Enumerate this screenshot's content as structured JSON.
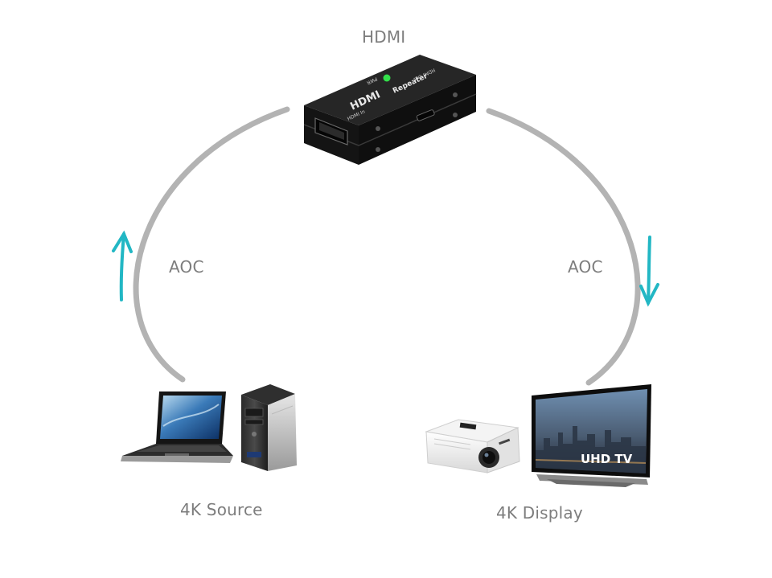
{
  "labels": {
    "top_device": "HDMI",
    "left_link": "AOC",
    "right_link": "AOC",
    "source": "4K Source",
    "display": "4K Display"
  },
  "device_markings": {
    "brand": "HDMI",
    "model": "Repeater",
    "port_in": "HDMI In",
    "port_out": "HDMI Out",
    "led": "PWR",
    "tv_badge": "UHD TV"
  },
  "colors": {
    "ring": "#b3b3b3",
    "arrow": "#22b7c4",
    "label": "#7d7d7d",
    "device_body": "#1a1a1a",
    "led": "#32e04a"
  },
  "icons": {
    "repeater": "hdmi-repeater-icon",
    "laptop": "laptop-icon",
    "tower": "desktop-tower-icon",
    "projector": "projector-icon",
    "tv": "tv-icon",
    "arrow_up": "arrow-up-icon",
    "arrow_down": "arrow-down-icon"
  }
}
